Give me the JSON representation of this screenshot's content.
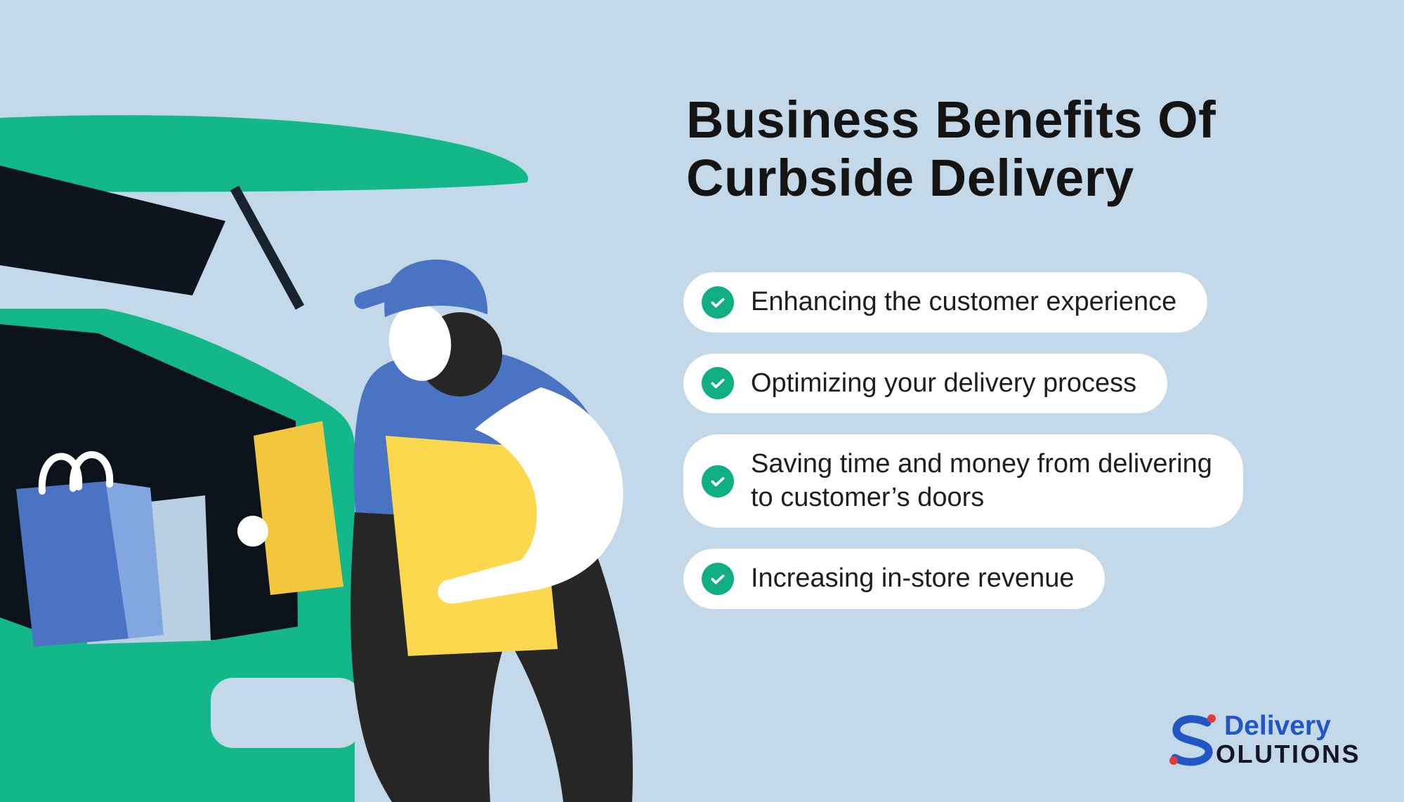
{
  "title": {
    "line1": "Business Benefits Of",
    "line2": "Curbside Delivery"
  },
  "benefits": [
    {
      "label": "Enhancing the customer experience",
      "icon": "check-circle-icon"
    },
    {
      "label": "Optimizing your delivery process",
      "icon": "check-circle-icon"
    },
    {
      "label": "Saving time and money from delivering\nto customer’s doors",
      "icon": "check-circle-icon"
    },
    {
      "label": "Increasing in-store revenue",
      "icon": "check-circle-icon"
    }
  ],
  "logo": {
    "brand_top": "Delivery",
    "brand_bottom_rest": "OLUTIONS",
    "mark": "stylized-s-route-icon"
  },
  "illustration": {
    "description_elements": [
      "green-hatchback-car-open-trunk",
      "delivery-person-with-cap",
      "yellow-package-boxes",
      "blue-shopping-bag"
    ]
  },
  "colors": {
    "background": "#c3d9e9",
    "car_green": "#14b78a",
    "check_green": "#0fae83",
    "person_blue": "#4a73c4",
    "box_yellow": "#fdd84e",
    "box_yellow_dark": "#f2c73d",
    "dark": "#262626",
    "pill_white": "#ffffff",
    "title_text": "#141414",
    "logo_blue": "#2256c5",
    "logo_dark": "#15152b",
    "logo_red": "#e23a3a"
  }
}
